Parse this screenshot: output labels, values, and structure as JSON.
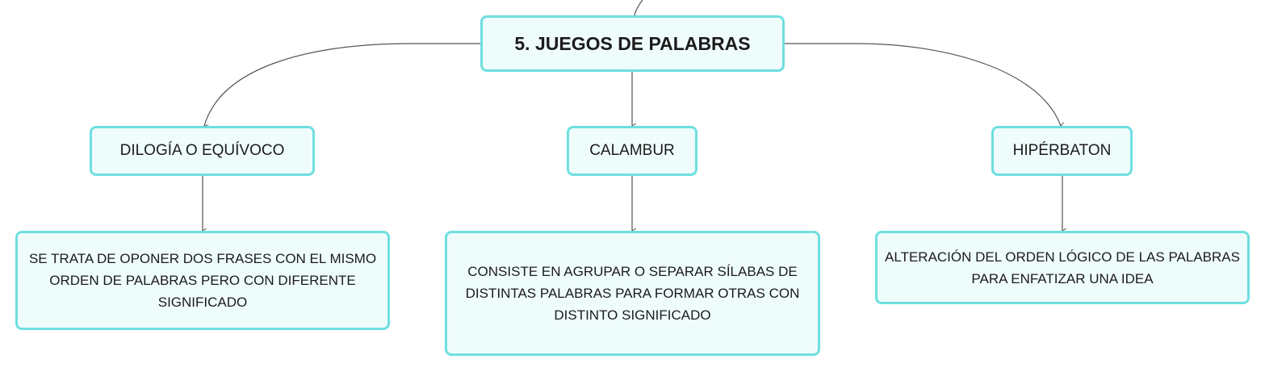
{
  "diagram": {
    "root": {
      "label": "5. JUEGOS DE PALABRAS"
    },
    "branches": [
      {
        "label": "DILOGÍA O EQUÍVOCO",
        "description": "SE TRATA DE OPONER DOS FRASES CON EL MISMO ORDEN DE PALABRAS PERO CON DIFERENTE SIGNIFICADO"
      },
      {
        "label": "CALAMBUR",
        "description": "CONSISTE EN AGRUPAR O SEPARAR SÍLABAS DE DISTINTAS PALABRAS PARA FORMAR OTRAS CON DISTINTO SIGNIFICADO"
      },
      {
        "label": "HIPÉRBATON",
        "description": "ALTERACIÓN DEL ORDEN LÓGICO DE LAS PALABRAS PARA ENFATIZAR UNA IDEA"
      }
    ],
    "colors": {
      "node_fill": "#effcfc",
      "node_border": "#6fdfe0",
      "connector": "#555555",
      "text": "#1b1b1b"
    }
  }
}
